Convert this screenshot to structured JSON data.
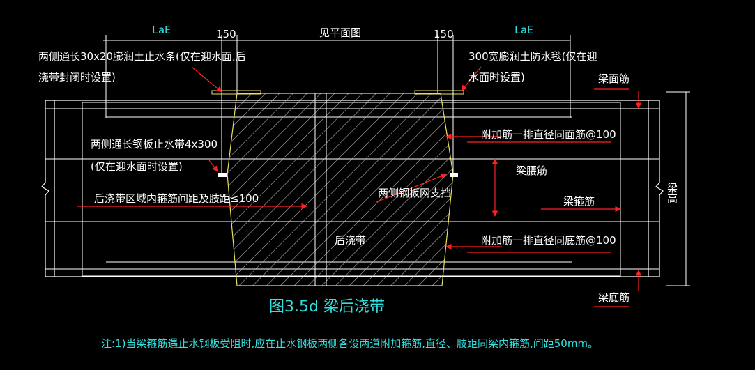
{
  "labels": {
    "dim_left": "LaE",
    "dim_150_left": "150",
    "dim_middle": "见平面图",
    "dim_150_right": "150",
    "dim_right": "LaE",
    "left_top_note_line1": "两侧通长30x20膨润土止水条(仅在迎水面,后",
    "left_top_note_line2": "浇带封闭时设置)",
    "right_top_note_line1": "300宽膨润土防水毯(仅在迎",
    "right_top_note_line2": "水面时设置)",
    "beam_top_bar": "梁面筋",
    "extra_top_bar": "附加筋一排直径同面筋@100",
    "steel_plate_line1": "两侧通长钢板止水带4x300",
    "steel_plate_line2": "(仅在迎水面时设置)",
    "waist_bar": "梁腰筋",
    "beam_height": "梁高",
    "stirrup_note": "后浇带区域内箍筋间距及肢距≤100",
    "mesh_note": "两侧钢板网支挡",
    "stirrup": "梁箍筋",
    "post_pour": "后浇带",
    "extra_bottom_bar": "附加筋一排直径同底筋@100",
    "beam_bottom_bar": "梁底筋",
    "figure_title": "图3.5d  梁后浇带",
    "footnote": "注:1)当梁箍筋遇止水钢板受阻时,应在止水钢板两侧各设两道附加箍筋,直径、肢距同梁内箍筋,间距50mm。"
  },
  "colors": {
    "background": "#000000",
    "outline": "#ffffff",
    "annotation": "#33e0e0",
    "leader": "#ff2020",
    "hatch": "#c8c8c8",
    "post_pour_edge": "#e8e060"
  }
}
